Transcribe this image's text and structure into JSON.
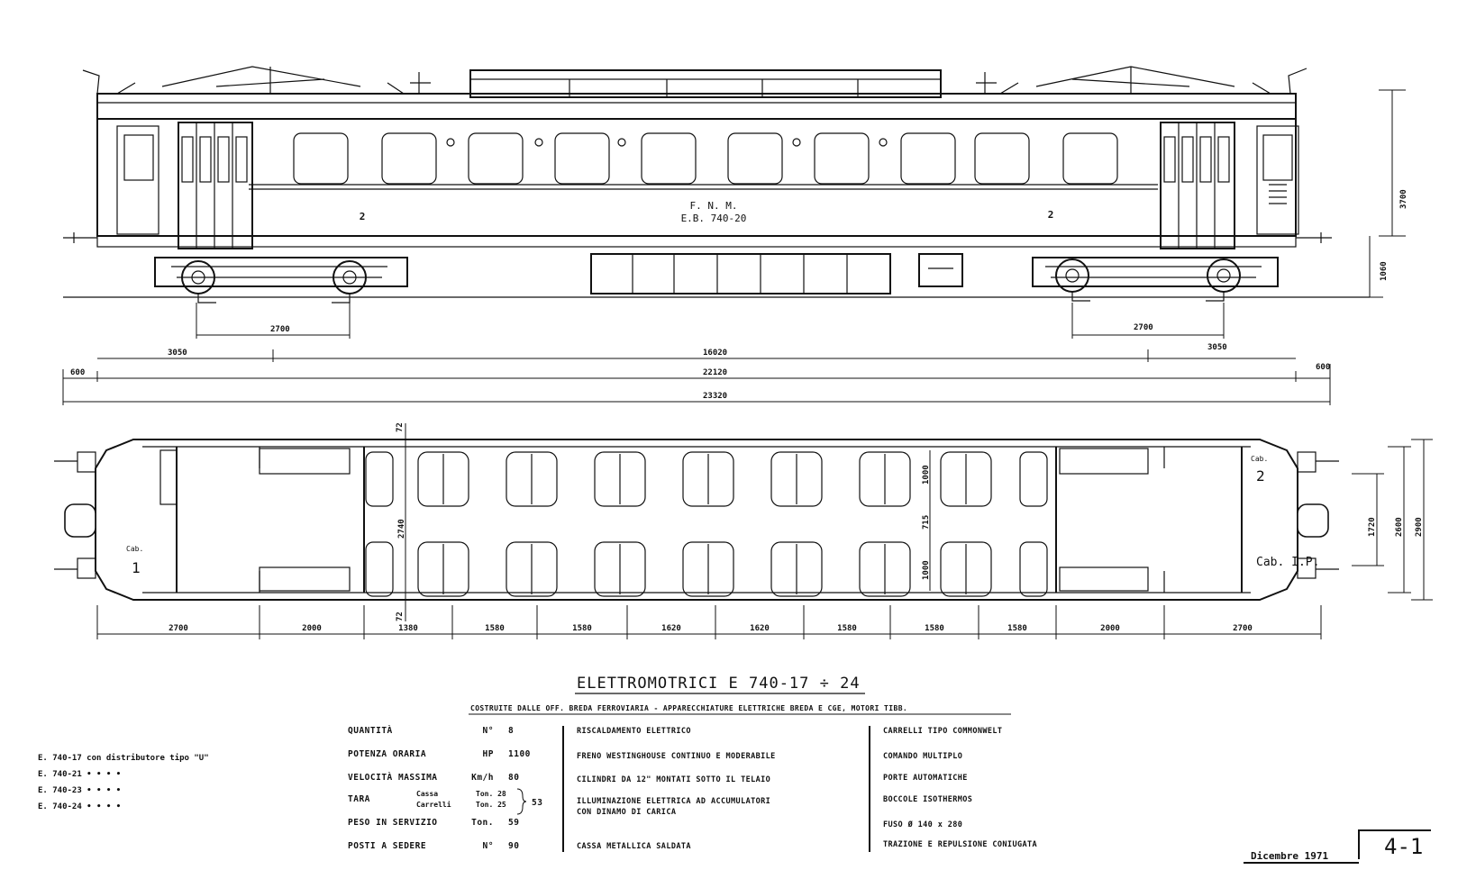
{
  "car": {
    "railway": "F. N. M.",
    "number": "E.B. 740-20",
    "class_mark": "2"
  },
  "side_dims": {
    "bogie_wheelbase": "2700",
    "overhang": "3050",
    "pivot_distance": "16020",
    "body_length": "22120",
    "over_buffers": "23320",
    "buffer_left": "600",
    "buffer_right": "600",
    "height": "3700",
    "floor_height": "1060"
  },
  "plan": {
    "cab1": "Cab.",
    "cab1_num": "1",
    "cab2": "Cab.",
    "cab2_num": "2",
    "cab_ip": "Cab. I.P.",
    "widths": [
      "1000",
      "715",
      "1000"
    ],
    "inner_width": "2740",
    "section_mark": "72",
    "right_dims": [
      "1720",
      "2600",
      "2900"
    ],
    "bottom_dims": [
      "2700",
      "2000",
      "1380",
      "1580",
      "1580",
      "1620",
      "1620",
      "1580",
      "1580",
      "1580",
      "2000",
      "2700"
    ]
  },
  "title": {
    "main": "ELETTROMOTRICI  E 740-17 ÷ 24",
    "subtitle": "COSTRUITE DALLE OFF. BREDA FERROVIARIA  -  APPARECCHIATURE ELETTRICHE BREDA E CGE, MOTORI TIBB."
  },
  "variants": [
    "E. 740-17 con distributore tipo \"U\"",
    "E. 740-21  •        •        •  •",
    "E. 740-23  •        •        •  •",
    "E. 740-24  •        •        •  •"
  ],
  "specs": [
    {
      "label": "QUANTITÀ",
      "unit": "N°",
      "value": "8"
    },
    {
      "label": "POTENZA ORARIA",
      "unit": "HP",
      "value": "1100"
    },
    {
      "label": "VELOCITÀ MASSIMA",
      "unit": "Km/h",
      "value": "80"
    },
    {
      "label": "TARA",
      "sub": [
        "Cassa",
        "Carrelli"
      ],
      "unit": "Ton. 28 / Ton. 25",
      "value": "53"
    },
    {
      "label": "PESO IN SERVIZIO",
      "unit": "Ton.",
      "value": "59"
    },
    {
      "label": "POSTI A SEDERE",
      "unit": "N°",
      "value": "90"
    }
  ],
  "features_mid": [
    "RISCALDAMENTO ELETTRICO",
    "FRENO WESTINGHOUSE CONTINUO E MODERABILE",
    "CILINDRI DA 12\" MONTATI SOTTO IL TELAIO",
    "ILLUMINAZIONE ELETTRICA AD ACCUMULATORI",
    "CON DINAMO DI CARICA",
    "CASSA METALLICA SALDATA"
  ],
  "features_right": [
    "CARRELLI TIPO COMMONWELT",
    "COMANDO MULTIPLO",
    "PORTE AUTOMATICHE",
    "BOCCOLE ISOTHERMOS",
    "FUSO  Ø 140 x 280",
    "TRAZIONE E REPULSIONE CONIUGATA"
  ],
  "date": "Dicembre 1971",
  "sheet": "4-1"
}
